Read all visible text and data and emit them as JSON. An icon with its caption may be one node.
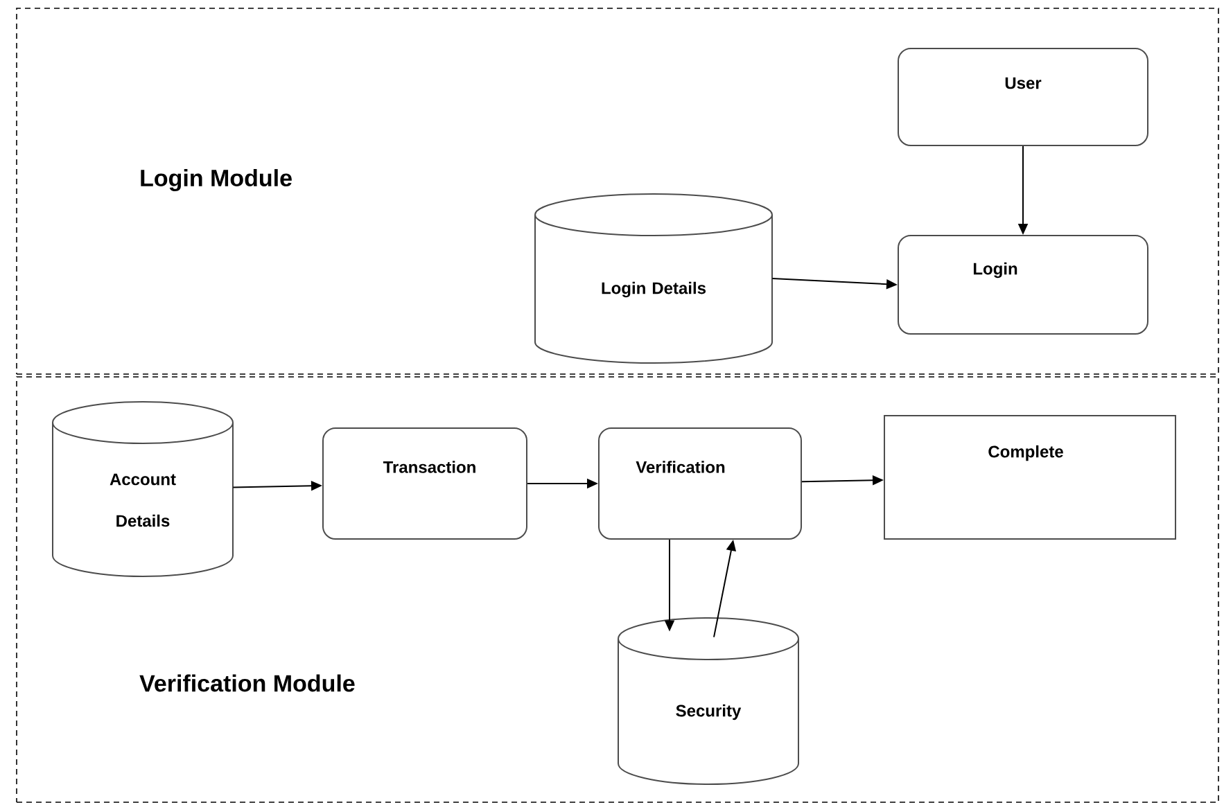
{
  "diagram": {
    "nodes": [
      {
        "text": [
          "Login Module"
        ]
      },
      {
        "text": [
          "User"
        ],
        "in": 0
      },
      {
        "text": [
          "Login Details"
        ],
        "in": 0
      },
      {
        "text": [
          "Login"
        ],
        "in": 0
      },
      {
        "text": [
          "Verification Module"
        ]
      },
      {
        "text": [
          "Account Details"
        ],
        "in": 4
      },
      {
        "text": [
          "Transaction"
        ],
        "in": 4
      },
      {
        "text": [
          "Verification"
        ],
        "in": 4
      },
      {
        "text": [
          "Complete"
        ],
        "in": 4
      },
      {
        "text": [
          "Security"
        ],
        "in": 4
      }
    ],
    "edges": [
      {
        "from": 1,
        "to": 3,
        "arrow": "to"
      },
      {
        "from": 2,
        "to": 3,
        "arrow": "to"
      },
      {
        "from": 5,
        "to": 6,
        "arrow": "to"
      },
      {
        "from": 6,
        "to": 7,
        "arrow": "to"
      },
      {
        "from": 7,
        "to": 8,
        "arrow": "to"
      },
      {
        "from": 7,
        "to": 9,
        "arrow": "to"
      },
      {
        "from": 9,
        "to": 7,
        "arrow": "to"
      }
    ]
  }
}
